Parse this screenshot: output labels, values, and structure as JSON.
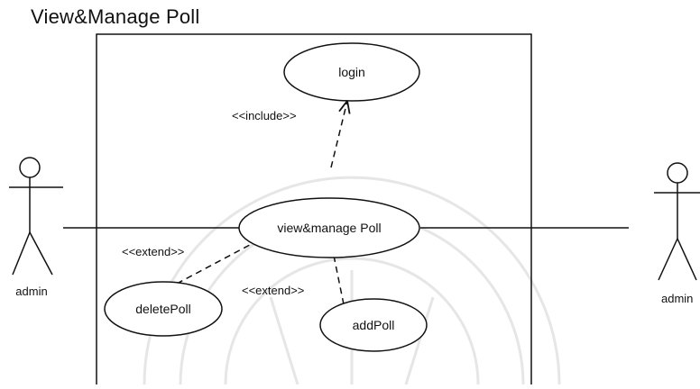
{
  "diagram": {
    "title": "View&Manage Poll",
    "actors": {
      "left": {
        "label": "admin"
      },
      "right": {
        "label": "admin"
      }
    },
    "use_cases": {
      "login": {
        "label": "login"
      },
      "view_manage": {
        "label": "view&manage Poll"
      },
      "delete": {
        "label": "deletePoll"
      },
      "add": {
        "label": "addPoll"
      }
    },
    "relations": {
      "include": {
        "label": "<<include>>"
      },
      "extend_delete": {
        "label": "<<extend>>"
      },
      "extend_add": {
        "label": "<<extend>>"
      }
    }
  },
  "colors": {
    "ink": "#111111",
    "background": "#ffffff",
    "watermark": "#e6e6e6"
  }
}
